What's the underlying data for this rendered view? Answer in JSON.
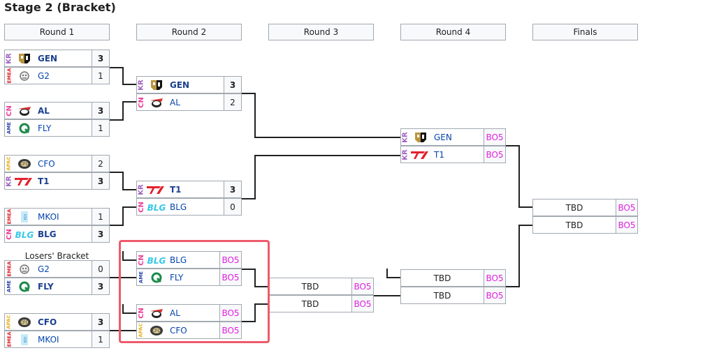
{
  "title": "Stage 2 (Bracket)",
  "colors": {
    "KR": "#a062c0",
    "EMEA": "#e0242a",
    "CN": "#ec3f9c",
    "AME": "#2a48b0",
    "APAC": "#e8b020",
    "bo": "#e020e0",
    "highlight": "#ee5a6a"
  },
  "rounds": [
    "Round 1",
    "Round 2",
    "Round 3",
    "Round 4",
    "Finals"
  ],
  "losers_label": "Losers' Bracket",
  "matches": {
    "r1m1": [
      {
        "region": "KR",
        "logo": "gen",
        "team": "GEN",
        "score": "3",
        "win": true
      },
      {
        "region": "EMEA",
        "logo": "g2",
        "team": "G2",
        "score": "1",
        "win": false
      }
    ],
    "r1m2": [
      {
        "region": "CN",
        "logo": "al",
        "team": "AL",
        "score": "3",
        "win": true
      },
      {
        "region": "AME",
        "logo": "fly",
        "team": "FLY",
        "score": "1",
        "win": false
      }
    ],
    "r1m3": [
      {
        "region": "APAC",
        "logo": "cfo",
        "team": "CFO",
        "score": "2",
        "win": false
      },
      {
        "region": "KR",
        "logo": "t1",
        "team": "T1",
        "score": "3",
        "win": true
      }
    ],
    "r1m4": [
      {
        "region": "EMEA",
        "logo": "mkoi",
        "team": "MKOI",
        "score": "1",
        "win": false
      },
      {
        "region": "CN",
        "logo": "blg",
        "team": "BLG",
        "score": "3",
        "win": true
      }
    ],
    "r1m5": [
      {
        "region": "EMEA",
        "logo": "g2",
        "team": "G2",
        "score": "0",
        "win": false
      },
      {
        "region": "AME",
        "logo": "fly",
        "team": "FLY",
        "score": "3",
        "win": true
      }
    ],
    "r1m6": [
      {
        "region": "APAC",
        "logo": "cfo",
        "team": "CFO",
        "score": "3",
        "win": true
      },
      {
        "region": "EMEA",
        "logo": "mkoi",
        "team": "MKOI",
        "score": "1",
        "win": false
      }
    ],
    "r2m1": [
      {
        "region": "KR",
        "logo": "gen",
        "team": "GEN",
        "score": "3",
        "win": true
      },
      {
        "region": "CN",
        "logo": "al",
        "team": "AL",
        "score": "2",
        "win": false
      }
    ],
    "r2m2": [
      {
        "region": "KR",
        "logo": "t1",
        "team": "T1",
        "score": "3",
        "win": true
      },
      {
        "region": "CN",
        "logo": "blg",
        "team": "BLG",
        "score": "0",
        "win": false
      }
    ],
    "r2m3": [
      {
        "region": "CN",
        "logo": "blg",
        "team": "BLG",
        "score": "BO5",
        "win": false
      },
      {
        "region": "AME",
        "logo": "fly",
        "team": "FLY",
        "score": "BO5",
        "win": false
      }
    ],
    "r2m4": [
      {
        "region": "CN",
        "logo": "al",
        "team": "AL",
        "score": "BO5",
        "win": false
      },
      {
        "region": "APAC",
        "logo": "cfo",
        "team": "CFO",
        "score": "BO5",
        "win": false
      }
    ],
    "r3m1": [
      {
        "region": "",
        "logo": "",
        "team": "TBD",
        "score": "BO5",
        "win": false
      },
      {
        "region": "",
        "logo": "",
        "team": "TBD",
        "score": "BO5",
        "win": false
      }
    ],
    "r4m1": [
      {
        "region": "KR",
        "logo": "gen",
        "team": "GEN",
        "score": "BO5",
        "win": false
      },
      {
        "region": "KR",
        "logo": "t1",
        "team": "T1",
        "score": "BO5",
        "win": false
      }
    ],
    "r4m2": [
      {
        "region": "",
        "logo": "",
        "team": "TBD",
        "score": "BO5",
        "win": false
      },
      {
        "region": "",
        "logo": "",
        "team": "TBD",
        "score": "BO5",
        "win": false
      }
    ],
    "final": [
      {
        "region": "",
        "logo": "",
        "team": "TBD",
        "score": "BO5",
        "win": false
      },
      {
        "region": "",
        "logo": "",
        "team": "TBD",
        "score": "BO5",
        "win": false
      }
    ]
  }
}
